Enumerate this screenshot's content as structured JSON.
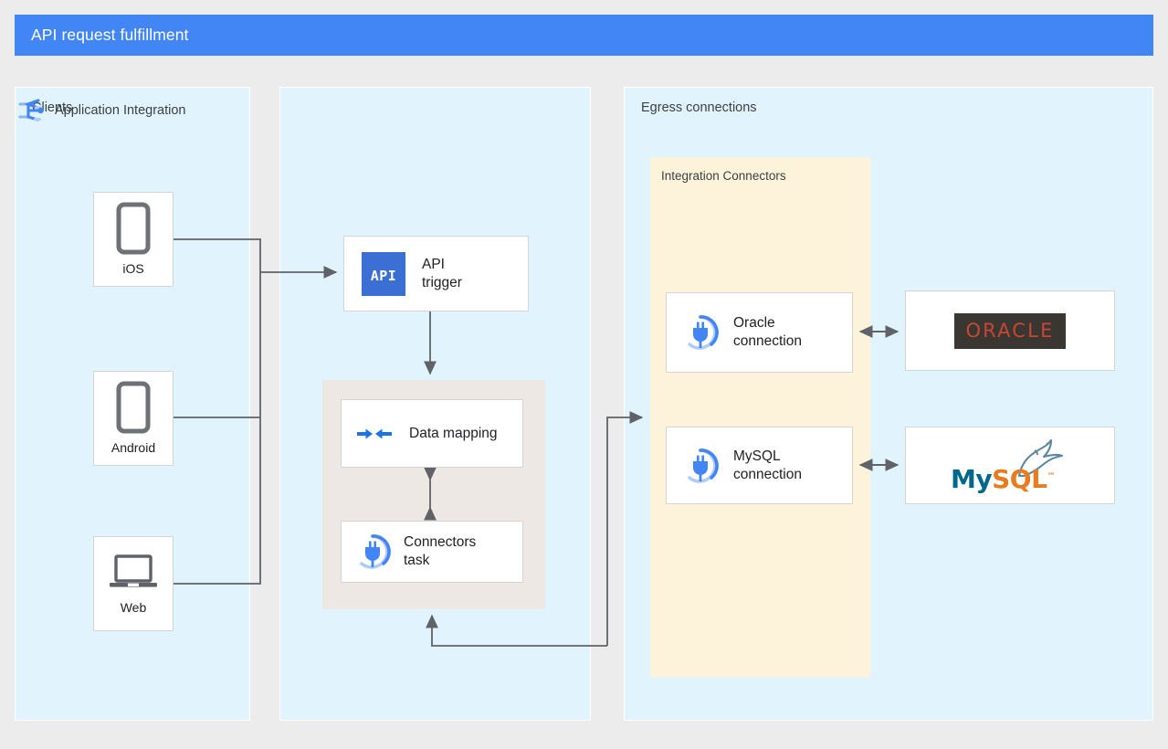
{
  "header": {
    "title": "API request fulfillment",
    "bar_color": "#4285f4"
  },
  "panels": {
    "clients": {
      "title": "Clients"
    },
    "application_integration": {
      "title": "Application Integration",
      "icon": "application-integration-icon"
    },
    "egress": {
      "title": "Egress connections"
    },
    "integration_connectors": {
      "title": "Integration Connectors",
      "bg_color": "#fdf3da"
    }
  },
  "clients": [
    {
      "label": "iOS",
      "icon": "phone-icon"
    },
    {
      "label": "Android",
      "icon": "phone-icon"
    },
    {
      "label": "Web",
      "icon": "laptop-icon"
    }
  ],
  "integration_nodes": {
    "api_trigger": {
      "label": "API\ntrigger",
      "line1": "API",
      "line2": "trigger",
      "icon": "api-badge-icon",
      "badge_text": "API",
      "badge_color": "#3c6fd4"
    },
    "data_mapping": {
      "label": "Data mapping",
      "icon": "data-mapping-icon"
    },
    "connectors_task": {
      "line1": "Connectors",
      "line2": "task",
      "icon": "connector-plug-icon"
    }
  },
  "connections": [
    {
      "line1": "Oracle",
      "line2": "connection",
      "icon": "connector-plug-icon",
      "target_logo": "oracle-logo",
      "target_name": "ORACLE"
    },
    {
      "line1": "MySQL",
      "line2": "connection",
      "icon": "connector-plug-icon",
      "target_logo": "mysql-logo",
      "target_name_1": "My",
      "target_name_2": "SQL",
      "target_tm": "™"
    }
  ],
  "colors": {
    "panel_bg": "#e1f4fd",
    "group_bg": "#eee8e4",
    "accent_blue": "#1a73e8",
    "wire": "#5f6368",
    "oracle_red": "#c74634",
    "oracle_bg": "#3a3631",
    "mysql_teal": "#00678c",
    "mysql_orange": "#e97c20"
  }
}
